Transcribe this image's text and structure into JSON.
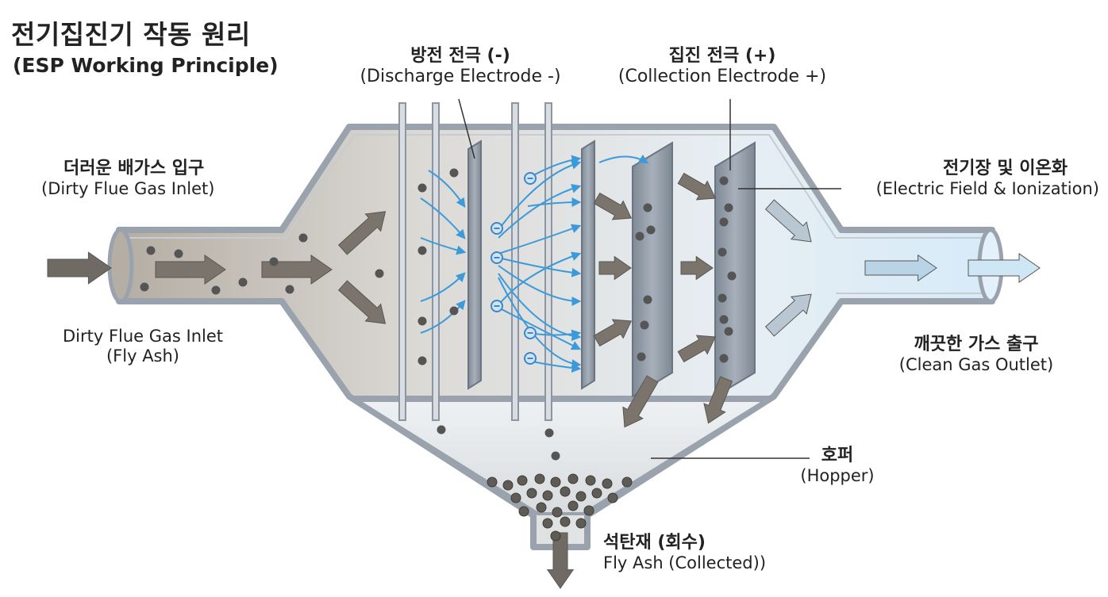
{
  "title": {
    "ko": "전기집진기 작동 원리",
    "en": "(ESP Working Principle)"
  },
  "labels": {
    "discharge_electrode": {
      "ko": "방전 전극 (-)",
      "en": "(Discharge Electrode -)"
    },
    "collection_electrode": {
      "ko": "집진 전극 (+)",
      "en": "(Collection Electrode +)"
    },
    "inlet": {
      "ko": "더러운 배가스 입구",
      "en": "(Dirty Flue Gas Inlet)"
    },
    "field": {
      "ko": "전기장 및 이온화",
      "en": "(Electric Field & Ionization)"
    },
    "inlet_secondary": {
      "line1": "Dirty Flue Gas Inlet",
      "line2": "(Fly Ash)"
    },
    "outlet": {
      "ko": "깨끗한 가스 출구",
      "en": "(Clean Gas Outlet)"
    },
    "hopper": {
      "ko": "호퍼",
      "en": "(Hopper)"
    },
    "collected": {
      "ko": "석탄재 (회수)",
      "en": "Fly Ash (Collected))"
    }
  },
  "colors": {
    "shell": "#9aa3ad",
    "dirty_gas": "#b8b2a8",
    "clean_gas": "#d9ecf8",
    "particle": "#555555",
    "flow_arrow": "#7a746c",
    "field_line": "#3d9ad9",
    "electron": "#3d86c8",
    "plate": "#8f9aa6"
  }
}
